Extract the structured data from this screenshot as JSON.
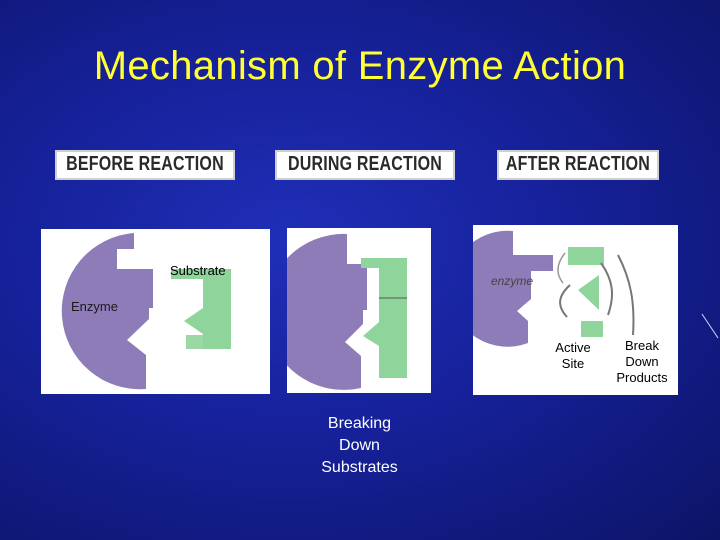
{
  "title": "Mechanism of Enzyme Action",
  "stages": [
    "BEFORE REACTION",
    "DURING REACTION",
    "AFTER REACTION"
  ],
  "labels": {
    "substrate": "Substrate",
    "enzyme": "Enzyme",
    "enzyme_small": "enzyme",
    "active_site": [
      "Active",
      "Site"
    ],
    "breaking_down": [
      "Breaking",
      "Down",
      "Substrates"
    ],
    "break_down_products": [
      "Break",
      "Down",
      "Products"
    ]
  },
  "colors": {
    "background": "#16219a",
    "title": "#ffff33",
    "enzyme": "#8d7cb8",
    "substrate": "#8fd49a"
  }
}
